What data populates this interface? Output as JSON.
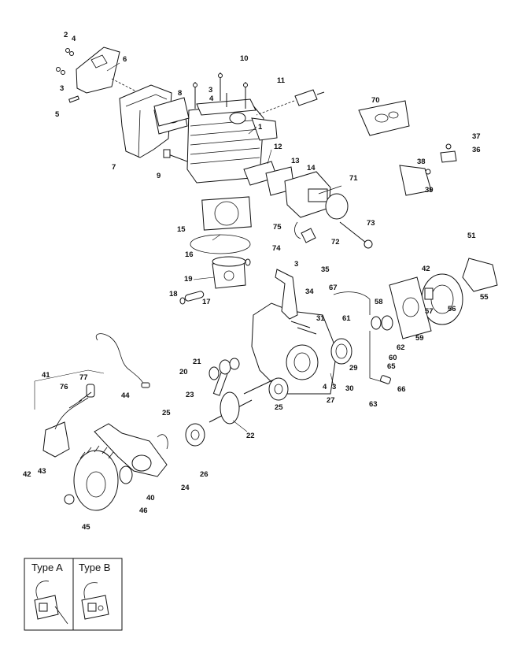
{
  "callouts": [
    {
      "id": "c1",
      "text": "1"
    },
    {
      "id": "c2",
      "text": "2"
    },
    {
      "id": "c3a",
      "text": "3"
    },
    {
      "id": "c3b",
      "text": "3"
    },
    {
      "id": "c3c",
      "text": "3"
    },
    {
      "id": "c3d",
      "text": "3"
    },
    {
      "id": "c4a",
      "text": "4"
    },
    {
      "id": "c4b",
      "text": "4"
    },
    {
      "id": "c4c",
      "text": "4"
    },
    {
      "id": "c5",
      "text": "5"
    },
    {
      "id": "c6",
      "text": "6"
    },
    {
      "id": "c7",
      "text": "7"
    },
    {
      "id": "c8",
      "text": "8"
    },
    {
      "id": "c9",
      "text": "9"
    },
    {
      "id": "c10",
      "text": "10"
    },
    {
      "id": "c11",
      "text": "11"
    },
    {
      "id": "c12",
      "text": "12"
    },
    {
      "id": "c13",
      "text": "13"
    },
    {
      "id": "c14",
      "text": "14"
    },
    {
      "id": "c15",
      "text": "15"
    },
    {
      "id": "c16",
      "text": "16"
    },
    {
      "id": "c17",
      "text": "17"
    },
    {
      "id": "c18",
      "text": "18"
    },
    {
      "id": "c19",
      "text": "19"
    },
    {
      "id": "c20",
      "text": "20"
    },
    {
      "id": "c21",
      "text": "21"
    },
    {
      "id": "c22",
      "text": "22"
    },
    {
      "id": "c23",
      "text": "23"
    },
    {
      "id": "c24",
      "text": "24"
    },
    {
      "id": "c25a",
      "text": "25"
    },
    {
      "id": "c25b",
      "text": "25"
    },
    {
      "id": "c26",
      "text": "26"
    },
    {
      "id": "c27",
      "text": "27"
    },
    {
      "id": "c29",
      "text": "29"
    },
    {
      "id": "c30",
      "text": "30"
    },
    {
      "id": "c31",
      "text": "31"
    },
    {
      "id": "c34",
      "text": "34"
    },
    {
      "id": "c35",
      "text": "35"
    },
    {
      "id": "c36",
      "text": "36"
    },
    {
      "id": "c37",
      "text": "37"
    },
    {
      "id": "c38",
      "text": "38"
    },
    {
      "id": "c39",
      "text": "39"
    },
    {
      "id": "c40",
      "text": "40"
    },
    {
      "id": "c41",
      "text": "41"
    },
    {
      "id": "c42a",
      "text": "42"
    },
    {
      "id": "c42b",
      "text": "42"
    },
    {
      "id": "c43",
      "text": "43"
    },
    {
      "id": "c44",
      "text": "44"
    },
    {
      "id": "c45",
      "text": "45"
    },
    {
      "id": "c46",
      "text": "46"
    },
    {
      "id": "c51",
      "text": "51"
    },
    {
      "id": "c55",
      "text": "55"
    },
    {
      "id": "c56",
      "text": "56"
    },
    {
      "id": "c57",
      "text": "57"
    },
    {
      "id": "c58",
      "text": "58"
    },
    {
      "id": "c59",
      "text": "59"
    },
    {
      "id": "c60",
      "text": "60"
    },
    {
      "id": "c61",
      "text": "61"
    },
    {
      "id": "c62",
      "text": "62"
    },
    {
      "id": "c63",
      "text": "63"
    },
    {
      "id": "c65",
      "text": "65"
    },
    {
      "id": "c66",
      "text": "66"
    },
    {
      "id": "c67",
      "text": "67"
    },
    {
      "id": "c70",
      "text": "70"
    },
    {
      "id": "c71",
      "text": "71"
    },
    {
      "id": "c72",
      "text": "72"
    },
    {
      "id": "c73",
      "text": "73"
    },
    {
      "id": "c74",
      "text": "74"
    },
    {
      "id": "c75",
      "text": "75"
    },
    {
      "id": "c76",
      "text": "76"
    },
    {
      "id": "c77",
      "text": "77"
    }
  ],
  "inset": {
    "type_a_label": "Type A",
    "type_b_label": "Type B"
  }
}
